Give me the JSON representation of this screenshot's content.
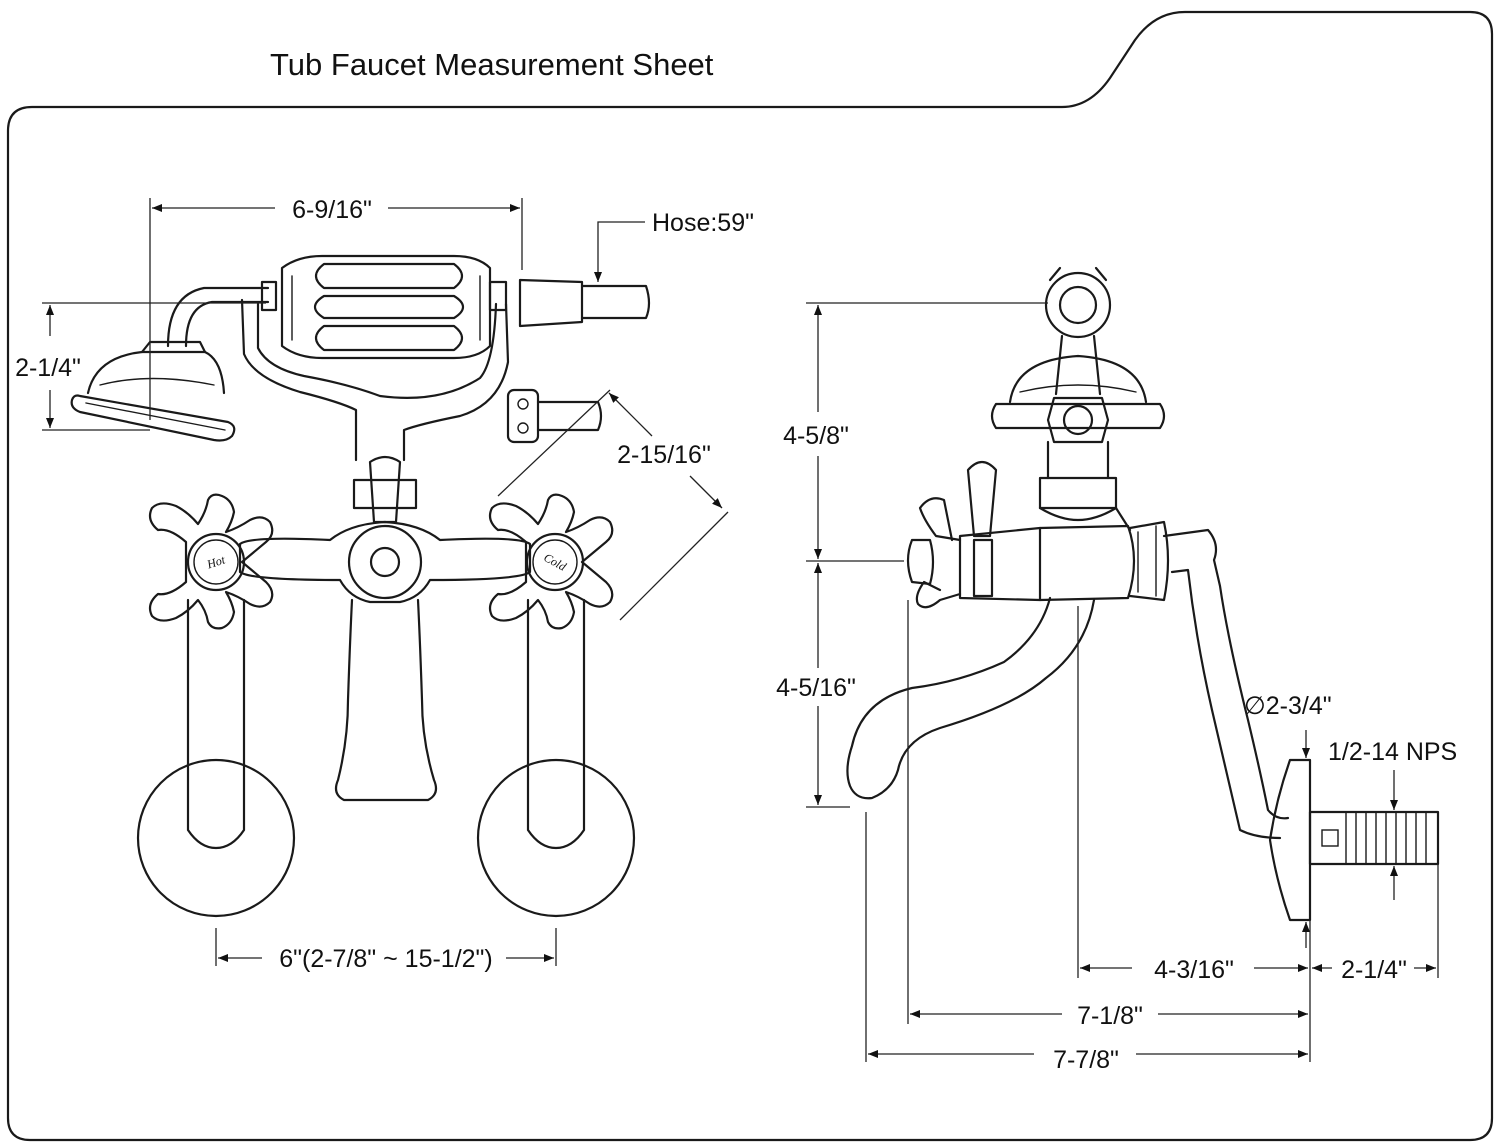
{
  "title": "Tub Faucet Measurement Sheet",
  "front": {
    "handle_hot": "Hot",
    "handle_cold": "Cold",
    "dim_handshower_width": "6-9/16\"",
    "dim_hose": "Hose:59\"",
    "dim_handshower_height": "2-1/4\"",
    "dim_handle_diag": "2-15/16\"",
    "dim_center": "6\"(2-7/8\" ~ 15-1/2\")"
  },
  "side": {
    "dim_upper_height": "4-5/8\"",
    "dim_lower_height": "4-5/16\"",
    "dim_diameter": "∅2-3/4\"",
    "dim_thread": "1/2-14 NPS",
    "dim_spout_to_wall": "4-3/16\"",
    "dim_shank": "2-1/4\"",
    "dim_handle_to_wall": "7-1/8\"",
    "dim_overall": "7-7/8\""
  }
}
